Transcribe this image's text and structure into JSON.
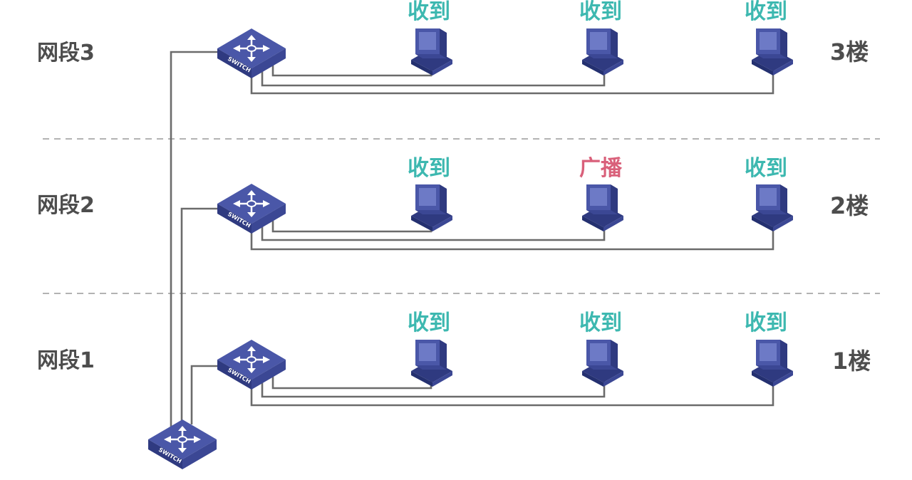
{
  "segments": [
    {
      "label": "网段3",
      "floor": "3楼",
      "computers": [
        {
          "status": "收到",
          "type": "received"
        },
        {
          "status": "收到",
          "type": "received"
        },
        {
          "status": "收到",
          "type": "received"
        }
      ]
    },
    {
      "label": "网段2",
      "floor": "2楼",
      "computers": [
        {
          "status": "收到",
          "type": "received"
        },
        {
          "status": "广播",
          "type": "broadcast"
        },
        {
          "status": "收到",
          "type": "received"
        }
      ]
    },
    {
      "label": "网段1",
      "floor": "1楼",
      "computers": [
        {
          "status": "收到",
          "type": "received"
        },
        {
          "status": "收到",
          "type": "received"
        },
        {
          "status": "收到",
          "type": "received"
        }
      ]
    }
  ],
  "switch_label": "SWITCH",
  "colors": {
    "received": "#3db8b0",
    "broadcast": "#d9607a",
    "switch_top": "#4a57a8",
    "switch_side": "#2f3a80",
    "wire": "#6b6b6b",
    "text": "#4d4d4d"
  },
  "icons": {
    "switch": "network-switch-icon",
    "computer": "computer-icon"
  }
}
